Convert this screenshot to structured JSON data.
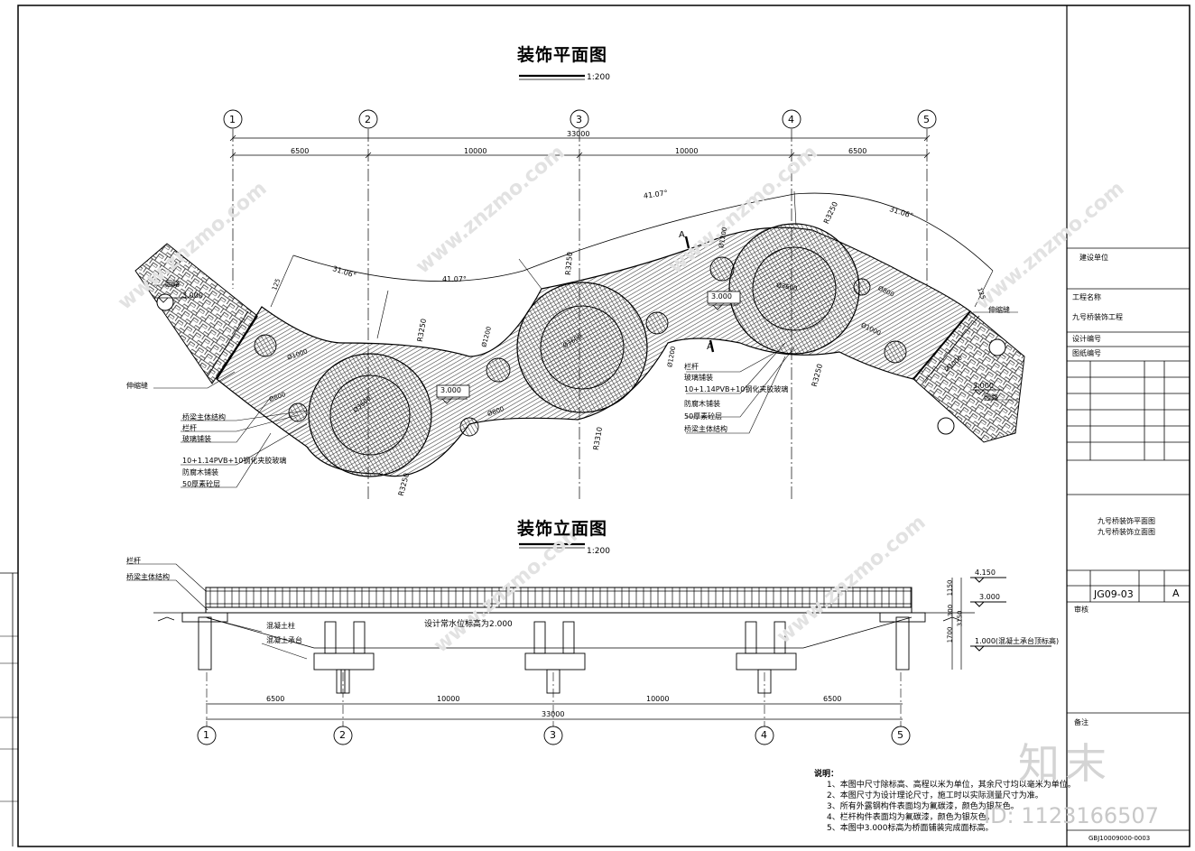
{
  "plan": {
    "title": "装饰平面图",
    "scale": "1:200",
    "axes": [
      "1",
      "2",
      "3",
      "4",
      "5"
    ],
    "spans": [
      "6500",
      "10000",
      "10000",
      "6500"
    ],
    "total": "33000",
    "angles": [
      "31.06°",
      "41.07°",
      "41.07°",
      "31.06°"
    ],
    "radii": [
      "R3250",
      "R3250",
      "R3250",
      "R3310",
      "R3250",
      "R3250"
    ],
    "elev": "3.000",
    "dims": [
      "125",
      "125",
      "Ø1200",
      "Ø1000",
      "Ø800",
      "Ø1200",
      "Ø800",
      "Ø1200",
      "Ø3600",
      "Ø3600",
      "Ø3600",
      "Ø800",
      "Ø1000",
      "Ø1000"
    ],
    "section": "A",
    "left_labels": [
      "园路",
      "伸缩缝",
      "桥梁主体结构",
      "栏杆",
      "玻璃铺装",
      "10+1.14PVB+10钢化夹胶玻璃",
      "防腐木铺装",
      "50厚素砼层"
    ],
    "mid_labels": [
      "栏杆",
      "玻璃铺装",
      "10+1.14PVB+10钢化夹胶玻璃",
      "防腐木铺装",
      "50厚素砼层",
      "桥梁主体结构"
    ],
    "right_labels": [
      "伸缩缝",
      "园路"
    ]
  },
  "elevation": {
    "title": "装饰立面图",
    "scale": "1:200",
    "labels": [
      "栏杆",
      "桥梁主体结构",
      "混凝土柱",
      "混凝土承台"
    ],
    "water": "设计常水位标高为2.000",
    "levels": [
      "4.150",
      "3.000",
      "1.000(混凝土承台顶标高)"
    ],
    "vdims": [
      "1150",
      "300",
      "1700",
      "3150"
    ],
    "spans": [
      "6500",
      "10000",
      "10000",
      "6500"
    ],
    "total": "33000",
    "axes": [
      "1",
      "2",
      "3",
      "4",
      "5"
    ]
  },
  "notes": {
    "head": "说明：",
    "lines": [
      "1、本图中尺寸除标高、高程以米为单位，其余尺寸均以毫米为单位。",
      "2、本图尺寸为设计理论尺寸，施工时以实际测量尺寸为准。",
      "3、所有外露钢构件表面均为氟碳漆，颜色为银灰色。",
      "4、栏杆构件表面均为氟碳漆，颜色为银灰色。",
      "5、本图中3.000标高为桥面铺装完成面标高。"
    ]
  },
  "titleblock": {
    "client": "建设单位",
    "project_label": "工程名称",
    "project": "九号桥装饰工程",
    "design_no": "设计编号",
    "drawing_no": "图纸编号",
    "sheet_name_1": "九号桥装饰平面图",
    "sheet_name_2": "九号桥装饰立面图",
    "dwg_code": "JG09-03",
    "version": "A",
    "remark": "备注",
    "audit": "审核",
    "footer": "GBJ10009000-0003"
  },
  "watermark": {
    "brand": "知末",
    "id": "ID: 1123166507",
    "site": "www.znzmo.com"
  }
}
